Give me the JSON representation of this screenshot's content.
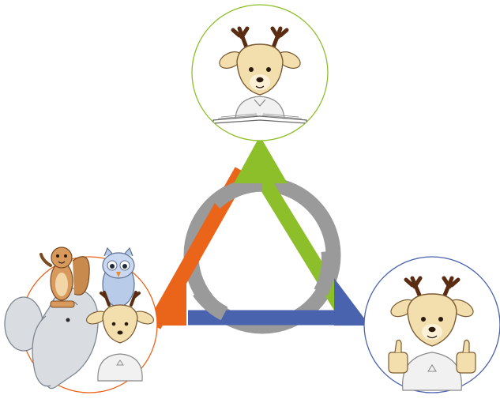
{
  "colors": {
    "green": "#8cbf2a",
    "orange": "#ea6419",
    "blue": "#4a63ae",
    "ring_gray": "#9a9a9a",
    "fur": "#f3dfae",
    "fur_dark": "#dcc089",
    "antler": "#5a2d12",
    "elephant": "#d9dde2",
    "owl": "#b8cbe9",
    "squirrel": "#c98a4e"
  },
  "nodes": [
    {
      "id": "top",
      "icon": "reading-deer-icon",
      "color_key": "green"
    },
    {
      "id": "left",
      "icon": "animal-friends-group-icon",
      "color_key": "orange"
    },
    {
      "id": "right",
      "icon": "thumbs-up-deer-icon",
      "color_key": "blue"
    }
  ]
}
